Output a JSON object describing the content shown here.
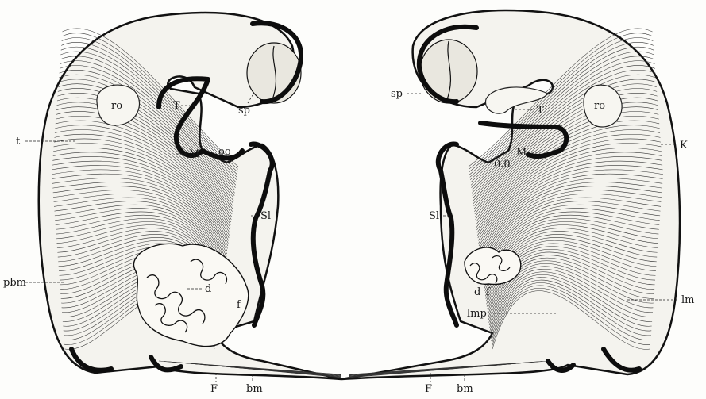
{
  "labels": {
    "left": {
      "t": "t",
      "ro": "ro",
      "T": "T",
      "sp": "sp",
      "M": "M",
      "oo": "oo",
      "Sl": "Sl",
      "pbm": "pbm",
      "d": "d",
      "f": "f",
      "F": "F",
      "bm": "bm"
    },
    "right": {
      "sp": "sp",
      "T": "T",
      "ro": "ro",
      "K": "K",
      "M": "M",
      "oo": "0.0",
      "Sl": "Sl",
      "d": "d",
      "f": "f",
      "lmp": "lmp",
      "lm": "lm",
      "F": "F",
      "bm": "bm"
    }
  }
}
